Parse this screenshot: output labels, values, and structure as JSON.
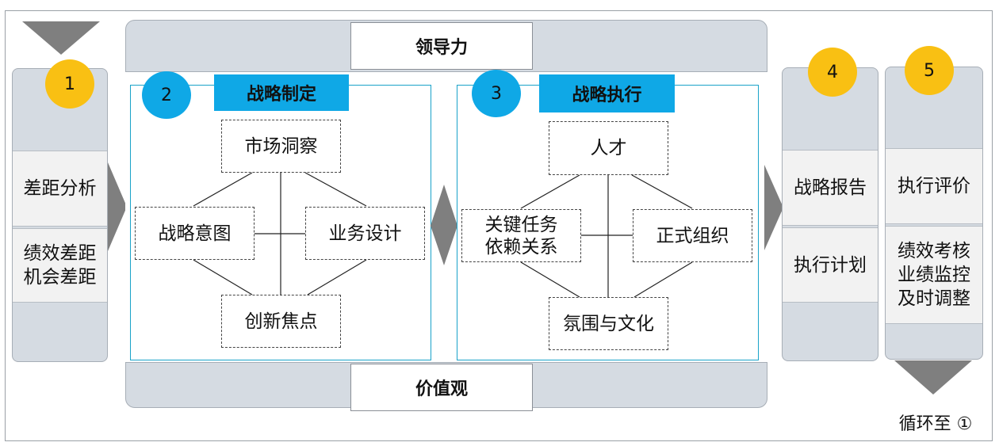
{
  "left_column": {
    "number": "1",
    "items": [
      "差距分析",
      "绩效差距\n机会差距"
    ]
  },
  "center": {
    "top_label": "领导力",
    "bottom_label": "价值观",
    "strategy_formulation": {
      "number": "2",
      "title": "战略制定",
      "top": "市场洞察",
      "left": "战略意图",
      "right": "业务设计",
      "bottom": "创新焦点"
    },
    "strategy_execution": {
      "number": "3",
      "title": "战略执行",
      "top": "人才",
      "left": "关键任务\n依赖关系",
      "right": "正式组织",
      "bottom": "氛围与文化"
    }
  },
  "column_4": {
    "number": "4",
    "items": [
      "战略报告",
      "执行计划"
    ]
  },
  "column_5": {
    "number": "5",
    "items": [
      "执行评价",
      "绩效考核\n业绩监控\n及时调整"
    ]
  },
  "loop_note": "循环至 ①",
  "colors": {
    "accent_yellow": "#f9c013",
    "accent_blue": "#0fa8e6",
    "panel_gray": "#d5dbe2"
  }
}
